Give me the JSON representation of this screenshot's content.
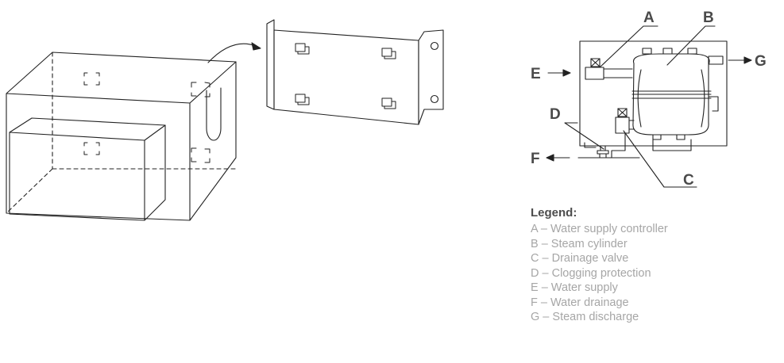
{
  "callouts": {
    "a": "A",
    "b": "B",
    "c": "C",
    "d": "D",
    "e": "E",
    "f": "F",
    "g": "G"
  },
  "legend": {
    "title": "Legend:",
    "items": [
      "A – Water supply controller",
      "B – Steam cylinder",
      "C – Drainage valve",
      "D – Clogging protection",
      "E – Water supply",
      "F – Water drainage",
      "G – Steam discharge"
    ]
  }
}
